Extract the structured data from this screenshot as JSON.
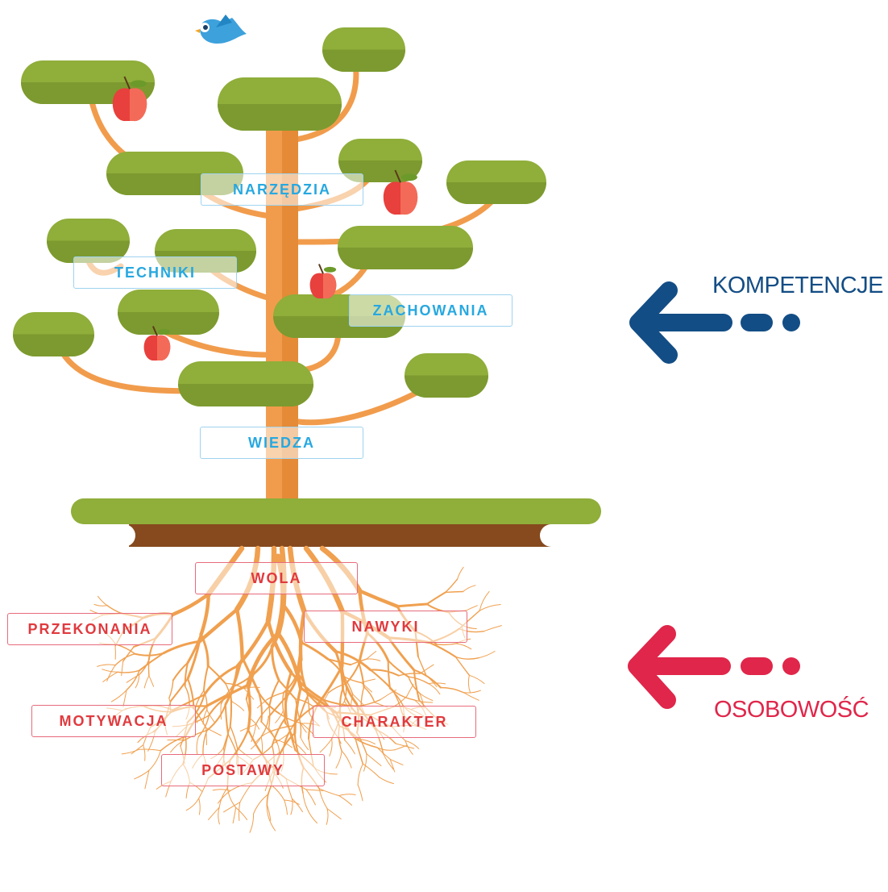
{
  "colors": {
    "leaf_light": "#8fae3a",
    "leaf_dark": "#7c9a2f",
    "trunk": "#f19c4c",
    "trunk_dark": "#e58a37",
    "soil": "#864a1e",
    "ground": "#8fae3a",
    "roots": "#f0a04f",
    "apple": "#e8403c",
    "competence_text": "#27a8e0",
    "competence_arrow": "#134d85",
    "personality_text": "#e03a3e",
    "personality_arrow": "#e0264a",
    "bird": "#3da1dc"
  },
  "competence_labels": [
    "NARZĘDZIA",
    "TECHNIKI",
    "ZACHOWANIA",
    "WIEDZA"
  ],
  "personality_labels": [
    "WOLA",
    "PRZEKONANIA",
    "NAWYKI",
    "MOTYWACJA",
    "CHARAKTER",
    "POSTAWY"
  ],
  "sections": {
    "competence": "KOMPETENCJE",
    "personality": "OSOBOWOŚĆ"
  },
  "icons": {
    "bird": "bird-icon",
    "apple": "apple-icon",
    "arrow_left": "arrow-left-icon"
  }
}
